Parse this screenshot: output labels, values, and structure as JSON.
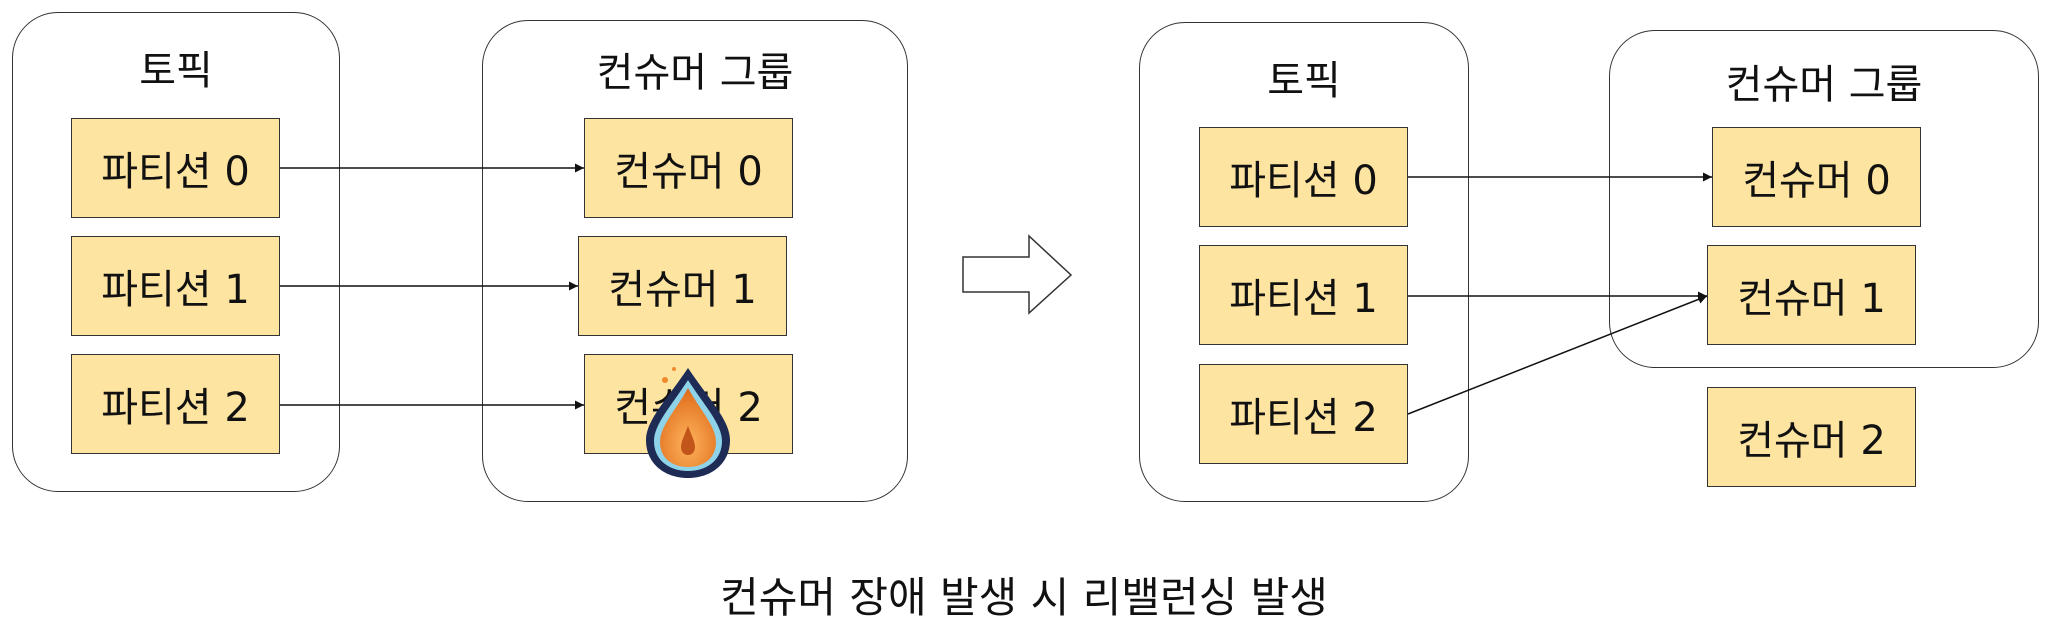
{
  "before": {
    "topic": {
      "title": "토픽",
      "partitions": [
        "파티션 0",
        "파티션 1",
        "파티션 2"
      ]
    },
    "consumer_group": {
      "title": "컨슈머 그룹",
      "consumers": [
        "컨슈머 0",
        "컨슈머 1",
        "컨슈머 2"
      ]
    },
    "failed_consumer_icon": "fire-icon"
  },
  "transition_icon": "right-arrow-icon",
  "after": {
    "topic": {
      "title": "토픽",
      "partitions": [
        "파티션 0",
        "파티션 1",
        "파티션 2"
      ]
    },
    "consumer_group": {
      "title": "컨슈머 그룹",
      "consumers": [
        "컨슈머 0",
        "컨슈머 1"
      ]
    },
    "removed_consumer": "컨슈머 2"
  },
  "caption": "컨슈머 장애 발생 시 리밸런싱 발생",
  "colors": {
    "box_fill": "#fde4a0",
    "outline": "#333333",
    "fire_orange": "#f08a2c",
    "fire_outline": "#1d2b55"
  }
}
